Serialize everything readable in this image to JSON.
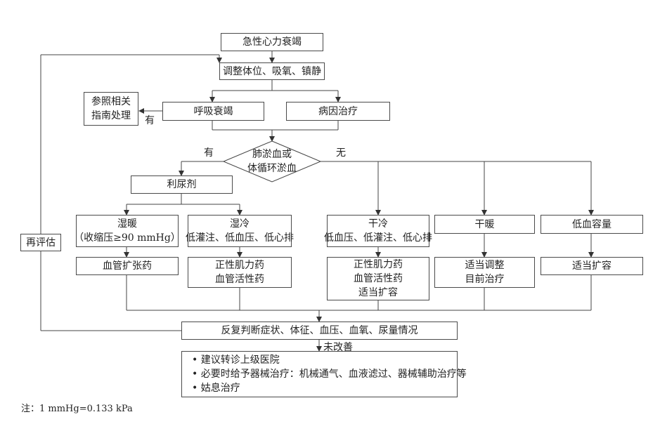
{
  "diagram": {
    "start": "急性心力衰竭",
    "step_adjust": "调整体位、吸氧、镇静",
    "resp_failure": "呼吸衰竭",
    "cause_treatment": "病因治疗",
    "refer_guideline": [
      "参照相关",
      "指南处理"
    ],
    "has_label_resp": "有",
    "decision": [
      "肺淤血或",
      "体循环淤血"
    ],
    "yes_label": "有",
    "no_label": "无",
    "diuretic": "利尿剂",
    "reassess": "再评估",
    "wet_warm": [
      "湿暖",
      "（收缩压≥90 mmHg）"
    ],
    "wet_cold": [
      "湿冷",
      "低灌注、低血压、低心排"
    ],
    "dry_cold": [
      "干冷",
      "低血压、低灌注、低心排"
    ],
    "dry_warm": "干暖",
    "low_volume": "低血容量",
    "vasodilator": "血管扩张药",
    "inotrope_vaso": [
      "正性肌力药",
      "血管活性药"
    ],
    "inotrope_vaso_fluid": [
      "正性肌力药",
      "血管活性药",
      "适当扩容"
    ],
    "adjust_current": [
      "适当调整",
      "目前治疗"
    ],
    "proper_expand": "适当扩容",
    "repeat_assess": "反复判断症状、体征、血压、血氧、尿量情况",
    "not_improved": "未改善",
    "final_actions": [
      "• 建议转诊上级医院",
      "• 必要时给予器械治疗：机械通气、血液滤过、器械辅助治疗等",
      "• 姑息治疗"
    ]
  },
  "note": "注：1 mmHg=0.133 kPa"
}
